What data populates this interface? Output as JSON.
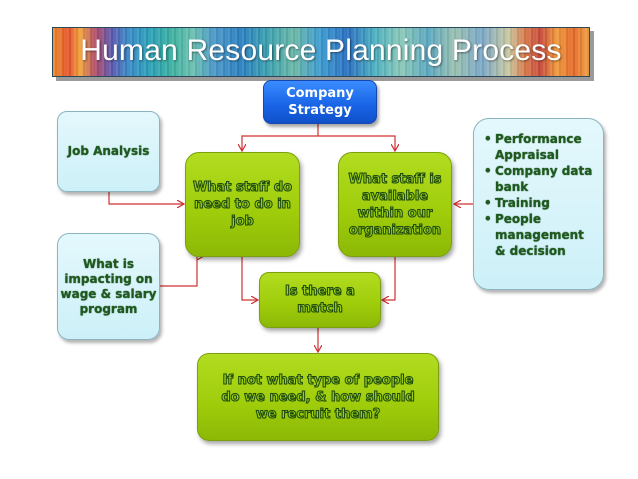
{
  "title": "Human Resource Planning Process",
  "nodes": {
    "company_strategy": {
      "lines": [
        "Company",
        "Strategy"
      ],
      "color": "#1a66e8"
    },
    "job_analysis": {
      "lines": [
        "Job Analysis"
      ]
    },
    "what_staff_do": {
      "lines": [
        "What staff do",
        "need to do in",
        "job"
      ]
    },
    "what_staff_available": {
      "lines": [
        "What staff is",
        "available",
        "within our",
        "organization"
      ]
    },
    "wage_impact": {
      "lines": [
        "What is",
        "impacting on",
        "wage & salary",
        "program"
      ]
    },
    "resources": {
      "items": [
        "Performance Appraisal",
        "Company data bank",
        "Training",
        "People management & decision"
      ]
    },
    "match": {
      "lines": [
        "Is there a",
        "match"
      ]
    },
    "recruit": {
      "lines": [
        "If not what type of people",
        "do we need, & how should",
        "we recruit them?"
      ]
    }
  },
  "edges": [
    {
      "from": "company_strategy",
      "to": "what_staff_do"
    },
    {
      "from": "company_strategy",
      "to": "what_staff_available"
    },
    {
      "from": "job_analysis",
      "to": "what_staff_do"
    },
    {
      "from": "wage_impact",
      "to": "what_staff_do"
    },
    {
      "from": "resources",
      "to": "what_staff_available"
    },
    {
      "from": "what_staff_do",
      "to": "match"
    },
    {
      "from": "what_staff_available",
      "to": "match"
    },
    {
      "from": "match",
      "to": "recruit"
    }
  ],
  "colors": {
    "connector": "#d03030",
    "green_box": "#9ecc0a",
    "light_box": "#cdf0f8",
    "blue_box": "#1a66e8",
    "text_dark_green": "#1e5a1e"
  }
}
